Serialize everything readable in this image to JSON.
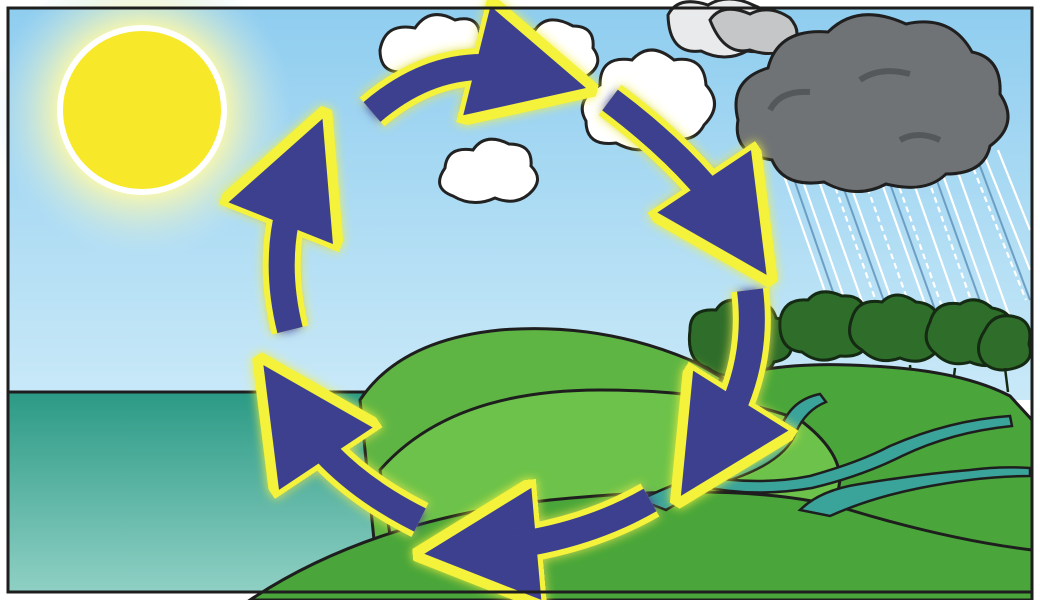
{
  "diagram": {
    "elements": {
      "sun": "sun-icon",
      "sea": "water-body",
      "clouds": [
        "cloud-icon",
        "cloud-icon",
        "cloud-icon",
        "cloud-icon",
        "cloud-icon",
        "cloud-icon"
      ],
      "rain_cloud": "rain-cloud-icon",
      "rain": "rain-icon",
      "trees": "tree-row-icon",
      "hills": "hills-icon",
      "river": "river-icon",
      "cycle_arrows": [
        "arrow-up-left",
        "arrow-top-right",
        "arrow-right-down",
        "arrow-down-right",
        "arrow-bottom-left",
        "arrow-left-up"
      ]
    },
    "colors": {
      "sky": "#9fd3f2",
      "sun": "#f7e82a",
      "sun_glow": "#fff9a8",
      "sea": "#2e9e86",
      "grass": "#4aa63a",
      "grass_light": "#6cc24a",
      "tree": "#2f6d2b",
      "rain_cloud": "#6f7275",
      "cloud": "#ffffff",
      "arrow_fill": "#3c3f8f",
      "arrow_glow": "#f4f23a",
      "river": "#3aa39a"
    }
  }
}
